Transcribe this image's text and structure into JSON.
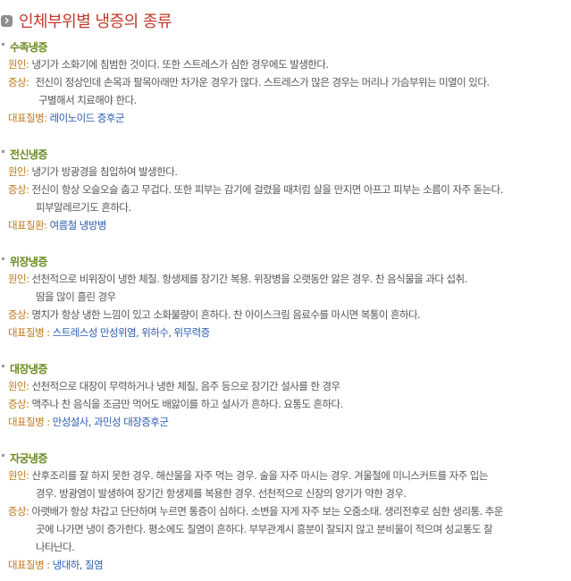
{
  "page": {
    "title": "인체부위별 냉증의 종류"
  },
  "sections": [
    {
      "title": "수족냉증",
      "cause_label": "원인:",
      "cause_lines": [
        "냉기가 소화기에 침범한 것이다. 또한 스트레스가 심한 경우에도 발생한다."
      ],
      "symptom_label": "증상:",
      "symptom_lines": [
        "전신이 정상인데 손목과 팔목아래만 차가운 경우가 많다.  스트레스가 많은 경우는 머리나 가슴부위는 미열이 있다.",
        "구별해서 치료해야 한다."
      ],
      "rep_label": "대표질병:",
      "rep_value": "레이노이드 증후군"
    },
    {
      "title": "전신냉증",
      "cause_label": "원인:",
      "cause_lines": [
        "냉기가 방광경을 침입하여 발생한다."
      ],
      "symptom_label": "증상:",
      "symptom_lines": [
        "전신이 항상 오슬오슬 춥고 무겁다. 또한 피부는 감기에 걸렸을 때처럼 살을 만지면 아프고 피부는 소름이 자주 돋는다.",
        "피부알레르기도 흔하다."
      ],
      "rep_label": "대표질환:",
      "rep_value": "여름철 냉방병"
    },
    {
      "title": "위장냉증",
      "cause_label": "원인:",
      "cause_lines": [
        "선천적으로 비위장이 냉한 체질. 항생제를 장기간 복용. 위장병을 오랫동안 앓은 경우. 찬 음식물을 과다 섭취.",
        "땀을 많이 흘린 경우"
      ],
      "symptom_label": "증상:",
      "symptom_lines": [
        "명치가 항상 냉한 느낌이 있고 소화불량이 흔하다. 찬 아이스크림 음료수를 마시면 복통이 흔하다."
      ],
      "rep_label": "대표질병 :",
      "rep_value": "스트레스성 만성위염, 위하수, 위무력증"
    },
    {
      "title": "대장냉증",
      "cause_label": "원인:",
      "cause_lines": [
        "선천적으로 대장이 무력하거나 냉한 체질, 음주 등으로 장기간 설사를 한 경우"
      ],
      "symptom_label": "증상:",
      "symptom_lines": [
        "맥주나 찬 음식을 조금만 먹어도 배앓이를 하고 설사가 흔하다. 요통도 흔하다."
      ],
      "rep_label": "대표질병 :",
      "rep_value": "만성설사, 과민성 대장증후군"
    },
    {
      "title": "자궁냉증",
      "cause_label": "원인:",
      "cause_lines": [
        "산후조리를 잘 하지 못한 경우. 해산물을 자주 먹는 경우. 술을 자주 마시는 경우. 겨울철에 미니스커트를 자주 입는",
        "경우. 방광염이 발생하여 장기간 항생제를 복용한 경우. 선천적으로 신장의 양기가 약한 경우."
      ],
      "symptom_label": "증상:",
      "symptom_lines": [
        "아랫배가 항상 차갑고 단단하며 누르면 통증이 심하다. 소변을 자게 자주 보는 오줌소태. 생리전후로 심한 생리통. 추운",
        "곳에 나가면 냉이 증가한다. 평소에도 질염이 흔하다. 부부관계시 흥분이 잘되지 않고 분비물이 적으며 성교통도 잘",
        "나타난다."
      ],
      "rep_label": "대표질병 :",
      "rep_value": "냉대하, 질염"
    }
  ]
}
